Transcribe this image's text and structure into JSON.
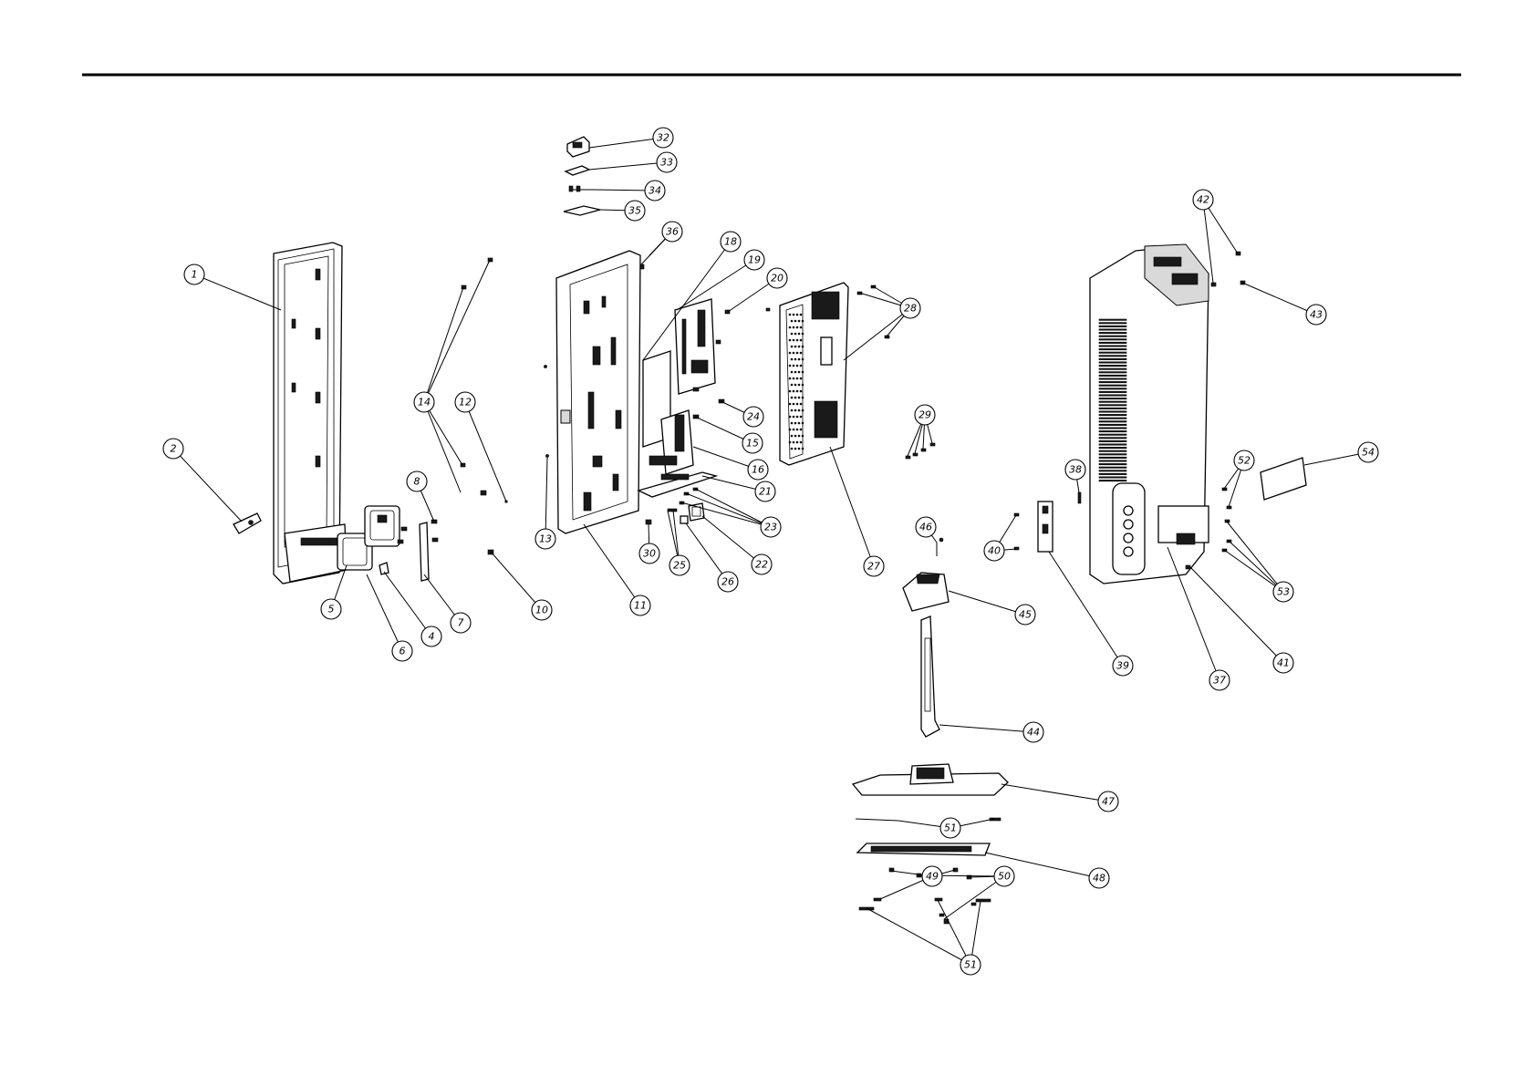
{
  "callouts": [
    "1",
    "2",
    "4",
    "5",
    "6",
    "7",
    "8",
    "10",
    "11",
    "12",
    "13",
    "14",
    "15",
    "16",
    "18",
    "19",
    "20",
    "21",
    "22",
    "23",
    "24",
    "25",
    "26",
    "27",
    "28",
    "29",
    "30",
    "32",
    "33",
    "34",
    "35",
    "36",
    "37",
    "38",
    "39",
    "40",
    "41",
    "42",
    "43",
    "44",
    "45",
    "46",
    "47",
    "48",
    "49",
    "50",
    "51",
    "52",
    "53",
    "54"
  ],
  "colors": {
    "ink": "#000000",
    "paper": "#ffffff",
    "shade": "#d9d9d9"
  }
}
